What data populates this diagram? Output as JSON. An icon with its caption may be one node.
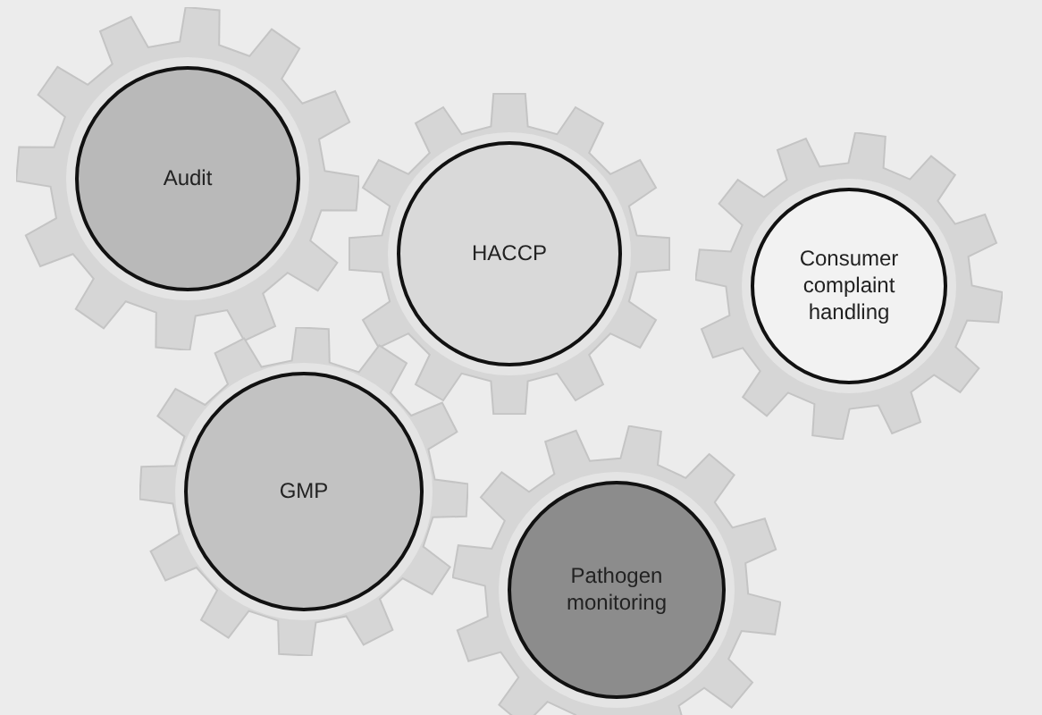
{
  "diagram": {
    "nodes": [
      {
        "text": [
          "Audit"
        ]
      },
      {
        "text": [
          "HACCP"
        ]
      },
      {
        "text": [
          "Consumer complaint handling"
        ]
      },
      {
        "text": [
          "GMP"
        ]
      },
      {
        "text": [
          "Pathogen monitoring"
        ]
      }
    ]
  }
}
